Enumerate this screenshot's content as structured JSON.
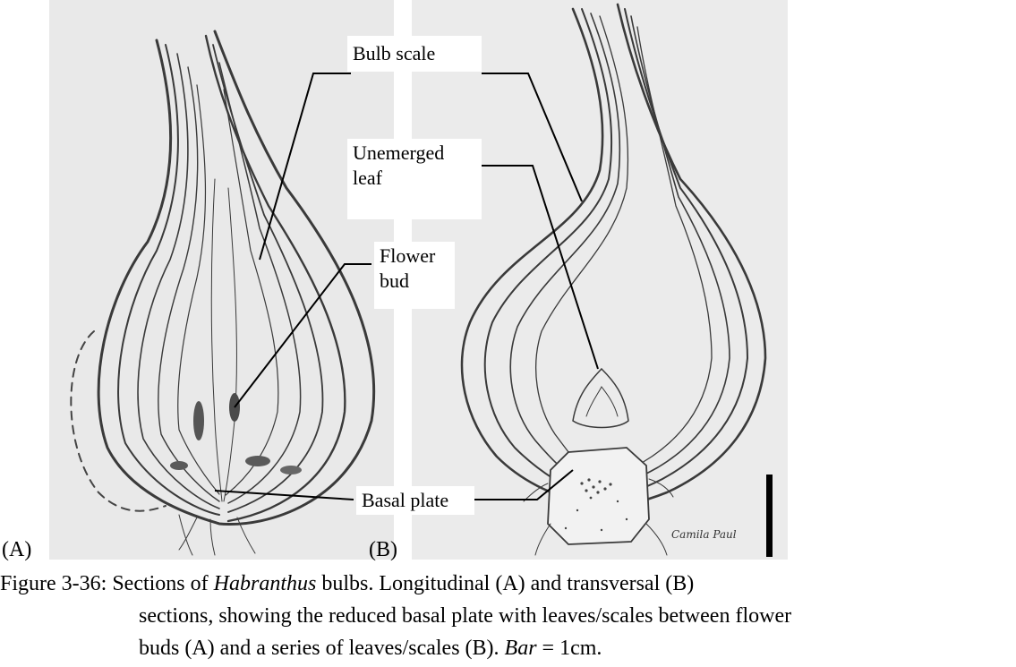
{
  "panels": {
    "a_letter": "(A)",
    "b_letter": "(B)"
  },
  "labels": {
    "bulb_scale": "Bulb scale",
    "unemerged_leaf_1": "Unemerged",
    "unemerged_leaf_2": "leaf",
    "flower_bud_1": "Flower",
    "flower_bud_2": "bud",
    "basal_plate": "Basal plate"
  },
  "signature": "Camila Paul",
  "caption": {
    "prefix": "Figure 3-36: Sections of ",
    "genus": "Habranthus",
    "line1_rest": " bulbs. Longitudinal (A) and transversal (B)",
    "line2": "sections, showing the reduced basal plate with leaves/scales between flower",
    "line3_start": "buds (A) and a series of leaves/scales (B). ",
    "bar_word": "Bar",
    "bar_value": " = 1cm."
  }
}
